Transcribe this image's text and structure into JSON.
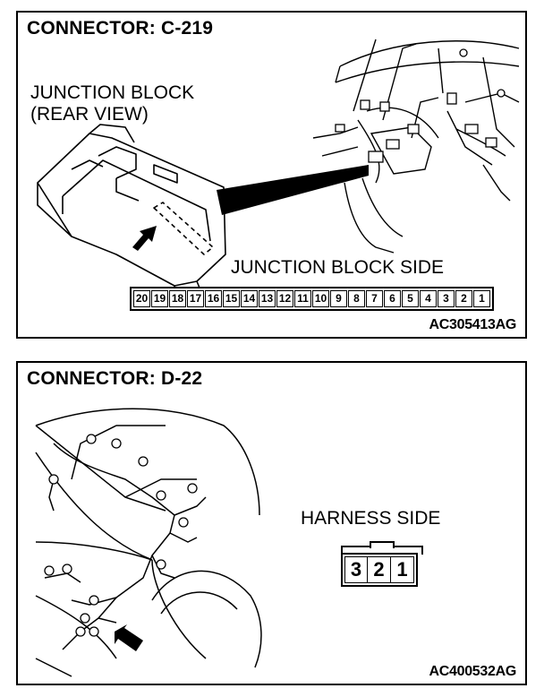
{
  "connector_c219": {
    "title": "CONNECTOR: C-219",
    "caption_line1": "JUNCTION BLOCK",
    "caption_line2": "(REAR VIEW)",
    "side_label": "JUNCTION BLOCK SIDE",
    "pins": [
      "20",
      "19",
      "18",
      "17",
      "16",
      "15",
      "14",
      "13",
      "12",
      "11",
      "10",
      "9",
      "8",
      "7",
      "6",
      "5",
      "4",
      "3",
      "2",
      "1"
    ],
    "code": "AC305413AG"
  },
  "connector_d22": {
    "title": "CONNECTOR: D-22",
    "side_label": "HARNESS SIDE",
    "pins": [
      "3",
      "2",
      "1"
    ],
    "code": "AC400532AG"
  }
}
